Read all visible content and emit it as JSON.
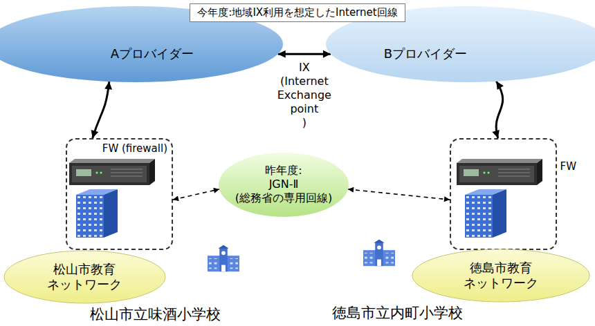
{
  "diagram": {
    "nodes": [
      {
        "text": [
          "今年度:地域IX利用を想定したInternet回線"
        ]
      },
      {
        "text": [
          "Aプロバイダー"
        ]
      },
      {
        "text": [
          "Bプロバイダー"
        ]
      },
      {
        "text": [
          "FW (firewall)"
        ]
      },
      {
        "text": [
          "昨年度: JGN-Ⅱ (総務省の専用回線)"
        ]
      },
      {
        "text": [
          "FW"
        ]
      },
      {
        "text": [
          "松山市教育 ネットワーク"
        ]
      },
      {
        "text": [
          "徳島市教育 ネットワーク"
        ]
      }
    ],
    "edges": [
      {
        "from": 1,
        "to": 3,
        "arrow": "both"
      },
      {
        "from": 1,
        "to": 2,
        "label": "IX (Internet Exchange point )",
        "arrow": "both"
      },
      {
        "from": 2,
        "to": 5,
        "arrow": "both"
      },
      {
        "from": 3,
        "to": 4,
        "arrow": "both"
      },
      {
        "from": 4,
        "to": 5,
        "arrow": "both"
      }
    ],
    "labels": [
      "松山市立味酒小学校",
      "徳島市立内町小学校"
    ]
  }
}
